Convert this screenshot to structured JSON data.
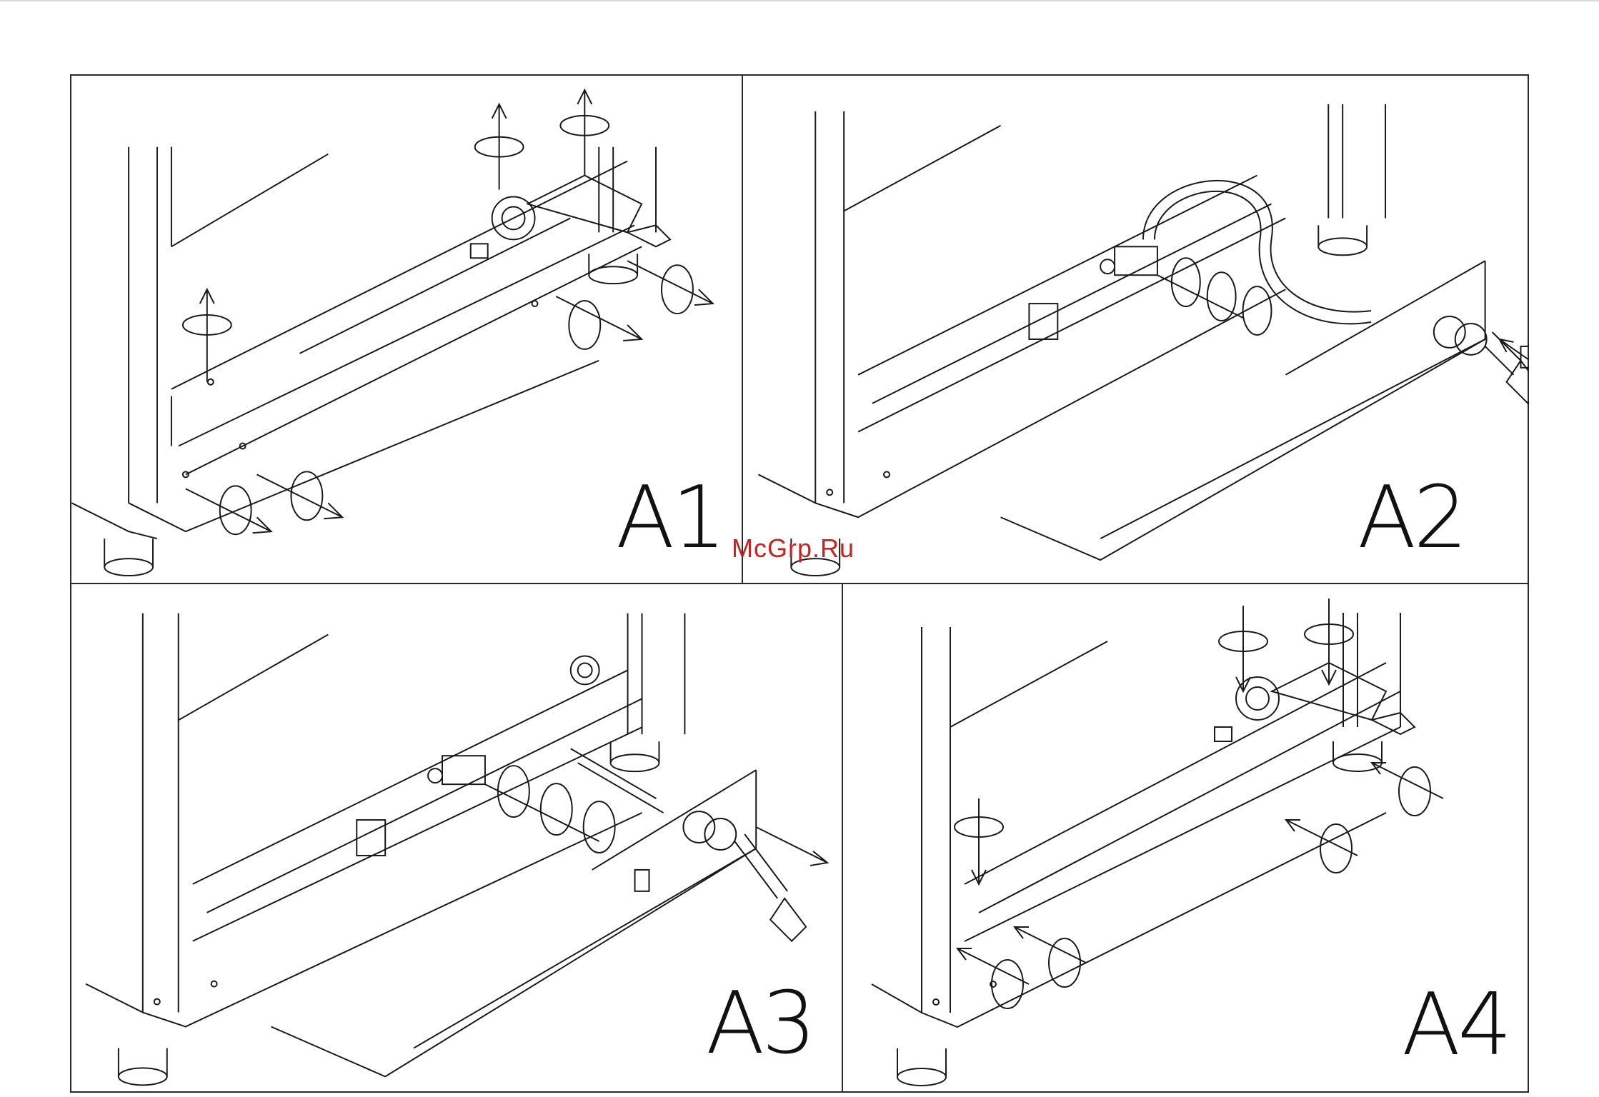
{
  "panels": [
    {
      "label": "A1"
    },
    {
      "label": "A2"
    },
    {
      "label": "A3"
    },
    {
      "label": "A4"
    }
  ],
  "watermark": "McGrp.Ru",
  "colors": {
    "line": "#1a1a1a",
    "watermark": "#cc1f1f"
  }
}
